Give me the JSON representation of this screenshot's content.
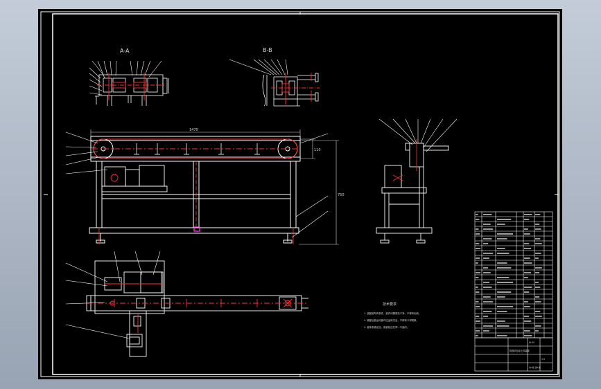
{
  "section_views": {
    "a_a": {
      "title": "A-A"
    },
    "b_b": {
      "title": "B-B"
    }
  },
  "front_view": {
    "overall_length_dim": "1470",
    "overall_height_dim": "750",
    "belt_height_dim": "110"
  },
  "technical_requirements": {
    "title": "技术要求",
    "items": [
      "1. 装配前所有零件、部件均需清洗干净，不得有毛刺。",
      "2. 装配后各运动部件应运转灵活，不得有卡滞现象。",
      "3. 链条张紧适当，各链轮应在同一平面内。"
    ]
  },
  "title_block": {
    "drawing_title": "机械手自动上料装置",
    "drawing_number": "JX-00",
    "scale": "1:5",
    "sheet": "共1张 第1张"
  },
  "colors": {
    "background": "#000000",
    "frame": "#ffffff",
    "part": "#ffffff",
    "centerline": "#ff3030",
    "dimension": "#d8d8d8",
    "highlight": "#ff40ff",
    "window": "#a6b0be"
  }
}
